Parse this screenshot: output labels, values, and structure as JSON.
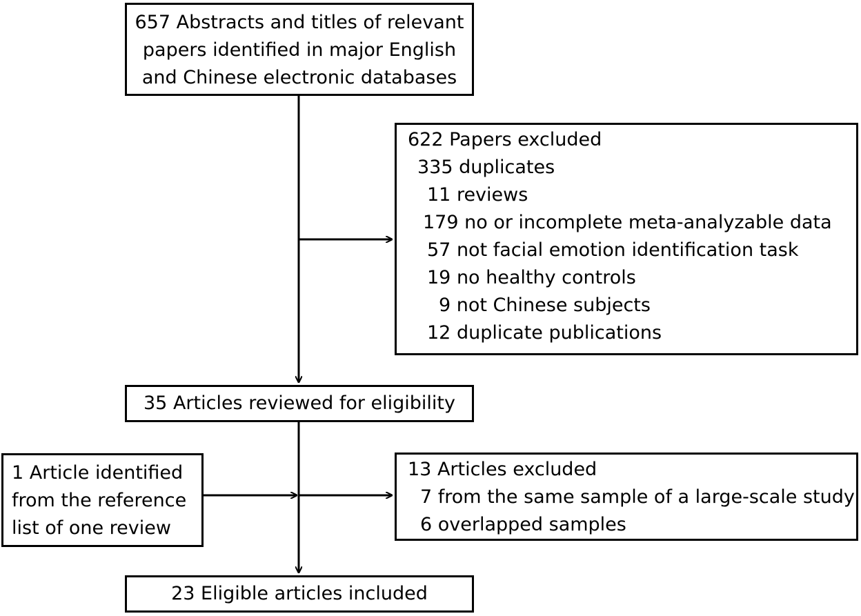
{
  "boxes": {
    "identified": {
      "lines": [
        "657 Abstracts and titles of relevant",
        "papers identified in major English",
        "and Chinese electronic databases"
      ]
    },
    "excluded_first": {
      "header": "622 Papers excluded",
      "items": [
        "335 duplicates",
        "11 reviews",
        "179 no or incomplete meta-analyzable data",
        "57 not facial emotion identification task",
        "19 no healthy controls",
        "9 not Chinese subjects",
        "12 duplicate publications"
      ]
    },
    "reviewed": {
      "text": "35 Articles reviewed for eligibility"
    },
    "reference": {
      "lines": [
        "1 Article identified",
        "from the reference",
        "list of one review"
      ]
    },
    "excluded_second": {
      "header": "13 Articles excluded",
      "items": [
        "7 from the same sample of a large-scale study",
        "6 overlapped samples"
      ]
    },
    "included": {
      "text": "23 Eligible articles included"
    }
  }
}
